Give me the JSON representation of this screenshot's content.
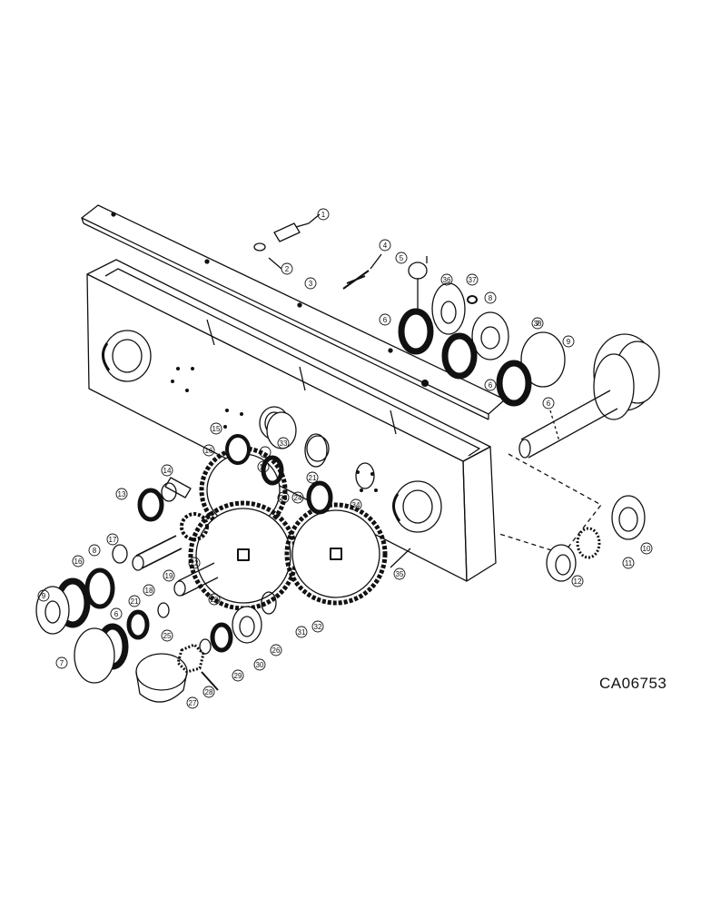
{
  "drawing_code": "CA06753",
  "callouts": [
    "1",
    "2",
    "3",
    "4",
    "5",
    "6",
    "6",
    "6",
    "6",
    "7",
    "7",
    "8",
    "8",
    "9",
    "9",
    "10",
    "11",
    "12",
    "13",
    "14",
    "15",
    "16",
    "16",
    "17",
    "17",
    "18",
    "19",
    "20",
    "21",
    "21",
    "22",
    "23",
    "24",
    "25",
    "26",
    "27",
    "28",
    "29",
    "30",
    "31",
    "32",
    "33",
    "34",
    "35",
    "36",
    "37",
    "38"
  ]
}
